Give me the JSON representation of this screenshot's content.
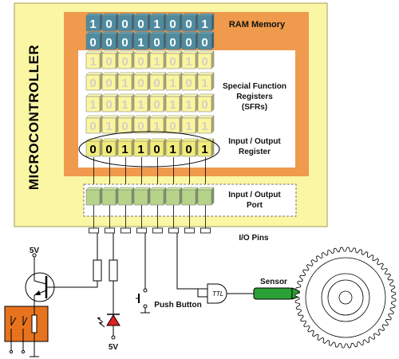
{
  "labels": {
    "microcontroller": "MICROCONTROLLER",
    "ram_memory": "RAM Memory",
    "sfr_line1": "Special Function",
    "sfr_line2": "Registers",
    "sfr_line3": "(SFRs)",
    "io_register_line1": "Input / Output",
    "io_register_line2": "Register",
    "io_port_line1": "Input / Output",
    "io_port_line2": "Port",
    "io_pins": "I/O Pins",
    "sensor": "Sensor",
    "push_button": "Push Button",
    "ttl": "TTL",
    "vcc_top": "5V",
    "vcc_bottom": "5V"
  },
  "ram_rows": [
    [
      "1",
      "0",
      "0",
      "0",
      "1",
      "0",
      "0",
      "1"
    ],
    [
      "0",
      "0",
      "0",
      "1",
      "0",
      "0",
      "0",
      "0"
    ]
  ],
  "sfr_rows": [
    [
      "1",
      "0",
      "0",
      "0",
      "1",
      "0",
      "1",
      "0"
    ],
    [
      "0",
      "0",
      "1",
      "0",
      "0",
      "1",
      "0",
      "1"
    ],
    [
      "1",
      "0",
      "1",
      "1",
      "0",
      "1",
      "1",
      "0"
    ],
    [
      "0",
      "1",
      "0",
      "0",
      "1",
      "0",
      "1",
      "1"
    ]
  ],
  "io_register_bits": [
    "0",
    "0",
    "1",
    "1",
    "0",
    "1",
    "0",
    "1"
  ],
  "colors": {
    "mcu_body": "#fbf6a4",
    "mcu_border": "#a39c55",
    "ram_frame": "#ef9a4c",
    "ram_cell": "#4f8ca0",
    "sfr_cell": "#fbf5a0",
    "io_cell": "#f1eb7c",
    "port_cell": "#b6d38c",
    "relay": "#e8731f",
    "sensor": "#2aa135",
    "led": "#e02020"
  }
}
